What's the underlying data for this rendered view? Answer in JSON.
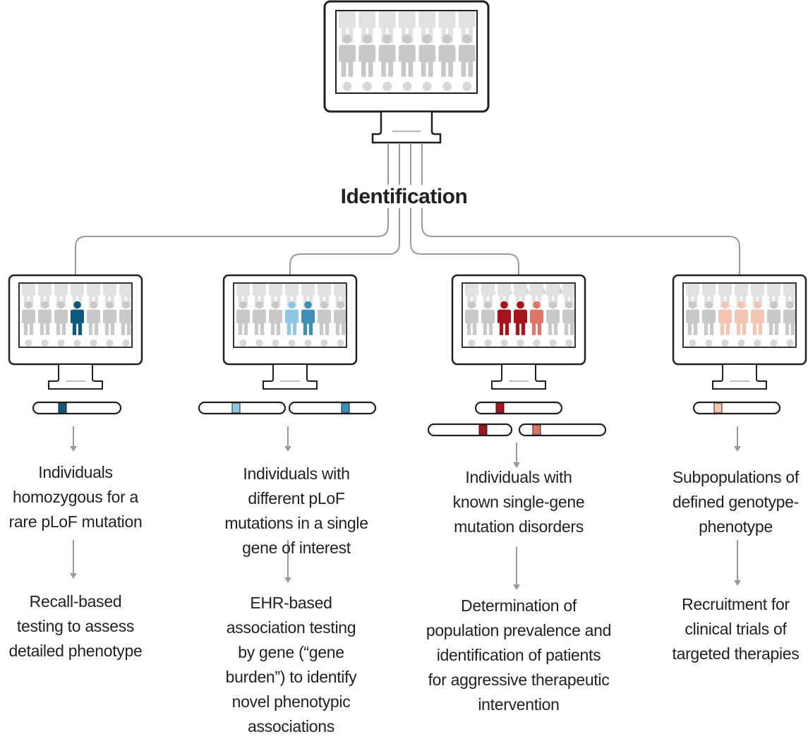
{
  "title": "Identification",
  "colors": {
    "outline": "#231f20",
    "connector": "#9a9a9a",
    "person_gray": "#c8c8c8",
    "dark_teal": "#0d5b7a",
    "light_blue": "#8ec8e2",
    "mid_blue": "#3d8fb5",
    "dark_red": "#a3141c",
    "coral": "#e07468",
    "peach": "#f3c6b4"
  },
  "columns": [
    {
      "id": "homozygous",
      "highlight": [
        {
          "index": 3,
          "color": "#0d5b7a"
        }
      ],
      "chromosomes": [
        {
          "band": "#0d5b7a"
        }
      ],
      "finding": [
        "Individuals",
        "homozygous for a",
        "rare pLoF mutation"
      ],
      "action": [
        "Recall-based",
        "testing to assess",
        "detailed phenotype"
      ]
    },
    {
      "id": "gene-burden",
      "highlight": [
        {
          "index": 3,
          "color": "#8ec8e2"
        },
        {
          "index": 4,
          "color": "#3d8fb5"
        }
      ],
      "chromosomes": [
        {
          "band": "#8ec8e2"
        },
        {
          "band": "#3d8fb5"
        }
      ],
      "finding": [
        "Individuals with",
        "different pLoF",
        "mutations in a single",
        "gene  of interest"
      ],
      "action": [
        "EHR-based",
        "association testing",
        "by gene (“gene",
        "burden”) to identify",
        "novel phenotypic",
        "associations"
      ]
    },
    {
      "id": "single-gene-disorders",
      "highlight": [
        {
          "index": 2,
          "color": "#a3141c"
        },
        {
          "index": 3,
          "color": "#a3141c"
        },
        {
          "index": 4,
          "color": "#e07468"
        }
      ],
      "chromosomes": [
        {
          "band": "#a3141c"
        },
        {
          "band": "#a3141c"
        },
        {
          "band": "#e07468"
        }
      ],
      "finding": [
        "Individuals with",
        "known single-gene",
        "mutation disorders"
      ],
      "action": [
        "Determination of",
        "population prevalence and",
        "identification of patients",
        "for aggressive therapeutic",
        "intervention"
      ]
    },
    {
      "id": "subpopulations",
      "highlight": [
        {
          "index": 2,
          "color": "#f3c6b4"
        },
        {
          "index": 3,
          "color": "#f3c6b4"
        },
        {
          "index": 4,
          "color": "#f3c6b4"
        }
      ],
      "chromosomes": [
        {
          "band": "#f3c6b4"
        }
      ],
      "finding": [
        "Subpopulations of",
        "defined genotype-",
        "phenotype"
      ],
      "action": [
        "Recruitment for",
        "clinical trials of",
        "targeted therapies"
      ]
    }
  ]
}
